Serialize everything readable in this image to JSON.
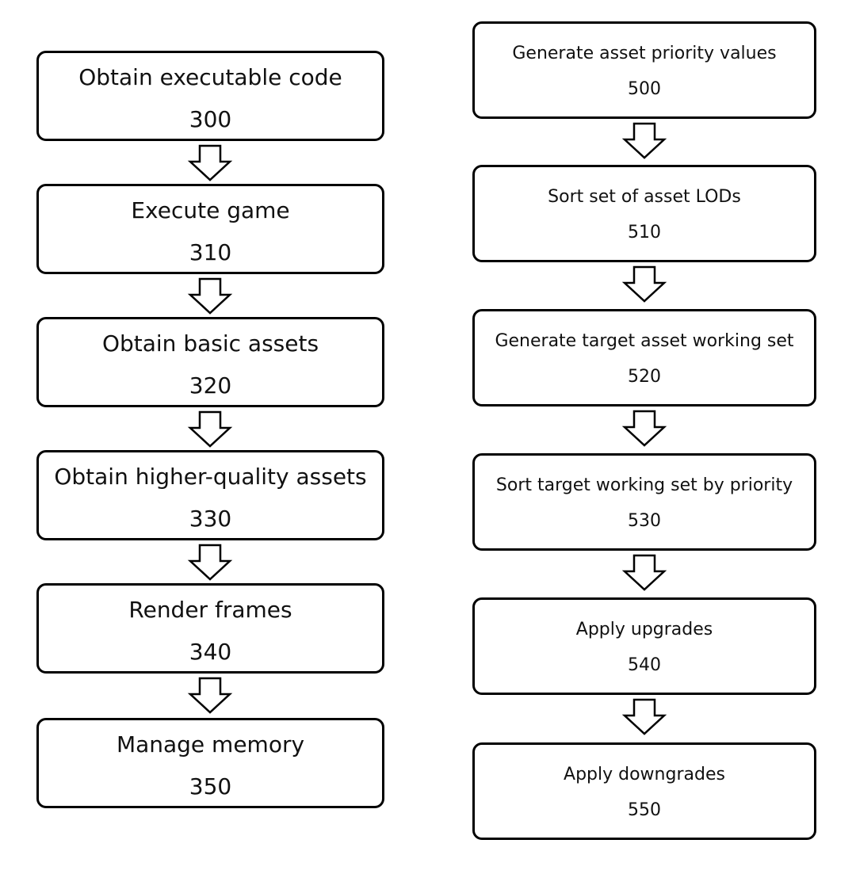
{
  "left_flow": {
    "steps": [
      {
        "label": "Obtain executable code",
        "number": "300"
      },
      {
        "label": "Execute game",
        "number": "310"
      },
      {
        "label": "Obtain basic assets",
        "number": "320"
      },
      {
        "label": "Obtain higher-quality assets",
        "number": "330"
      },
      {
        "label": "Render frames",
        "number": "340"
      },
      {
        "label": "Manage memory",
        "number": "350"
      }
    ]
  },
  "right_flow": {
    "steps": [
      {
        "label": "Generate asset priority values",
        "number": "500"
      },
      {
        "label": "Sort set of asset LODs",
        "number": "510"
      },
      {
        "label": "Generate target asset working set",
        "number": "520"
      },
      {
        "label": "Sort target working set by priority",
        "number": "530"
      },
      {
        "label": "Apply upgrades",
        "number": "540"
      },
      {
        "label": "Apply downgrades",
        "number": "550"
      }
    ]
  },
  "arrow_icon": "hollow-down-arrow-icon"
}
